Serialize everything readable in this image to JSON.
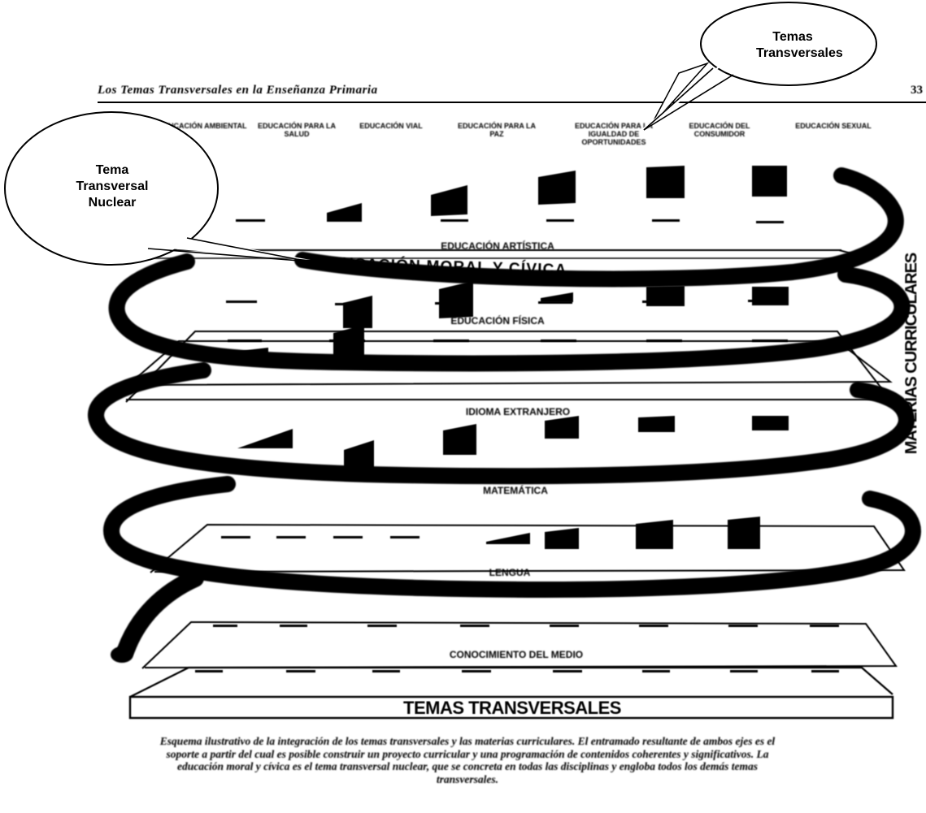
{
  "header": {
    "title": "Los Temas Transversales en la Enseñanza Primaria",
    "page_number": "33"
  },
  "callouts": {
    "temas": "Temas Transversales",
    "tema_nuclear": "Tema Transversal Nuclear"
  },
  "column_headings": [
    "Educación ambiental",
    "Educación para la salud",
    "Educación vial",
    "Educación para la paz",
    "Educación para la igualdad de oportunidades",
    "Educación del consumidor",
    "Educación sexual"
  ],
  "subjects": [
    "EDUCACIÓN ARTÍSTICA",
    "EDUCACIÓN FÍSICA",
    "IDIOMA EXTRANJERO",
    "MATEMÁTICA",
    "LENGUA",
    "CONOCIMIENTO DEL MEDIO"
  ],
  "spiral_label": "EDUCACIÓN MORAL Y CÍVICA",
  "base_label": "TEMAS TRANSVERSALES",
  "side_label": "MATERIAS CURRICULARES",
  "caption": "Esquema ilustrativo de la integración de los temas transversales y las materias curriculares. El entramado resultante de ambos ejes es el soporte a partir del cual es posible construir un proyecto curricular y una programación de contenidos coherentes y significativos. La educación moral y cívica es el tema transversal nuclear, que se concreta en todas las disciplinas y engloba todos los demás temas transversales.",
  "colors": {
    "ink": "#000000",
    "paper": "#ffffff"
  }
}
